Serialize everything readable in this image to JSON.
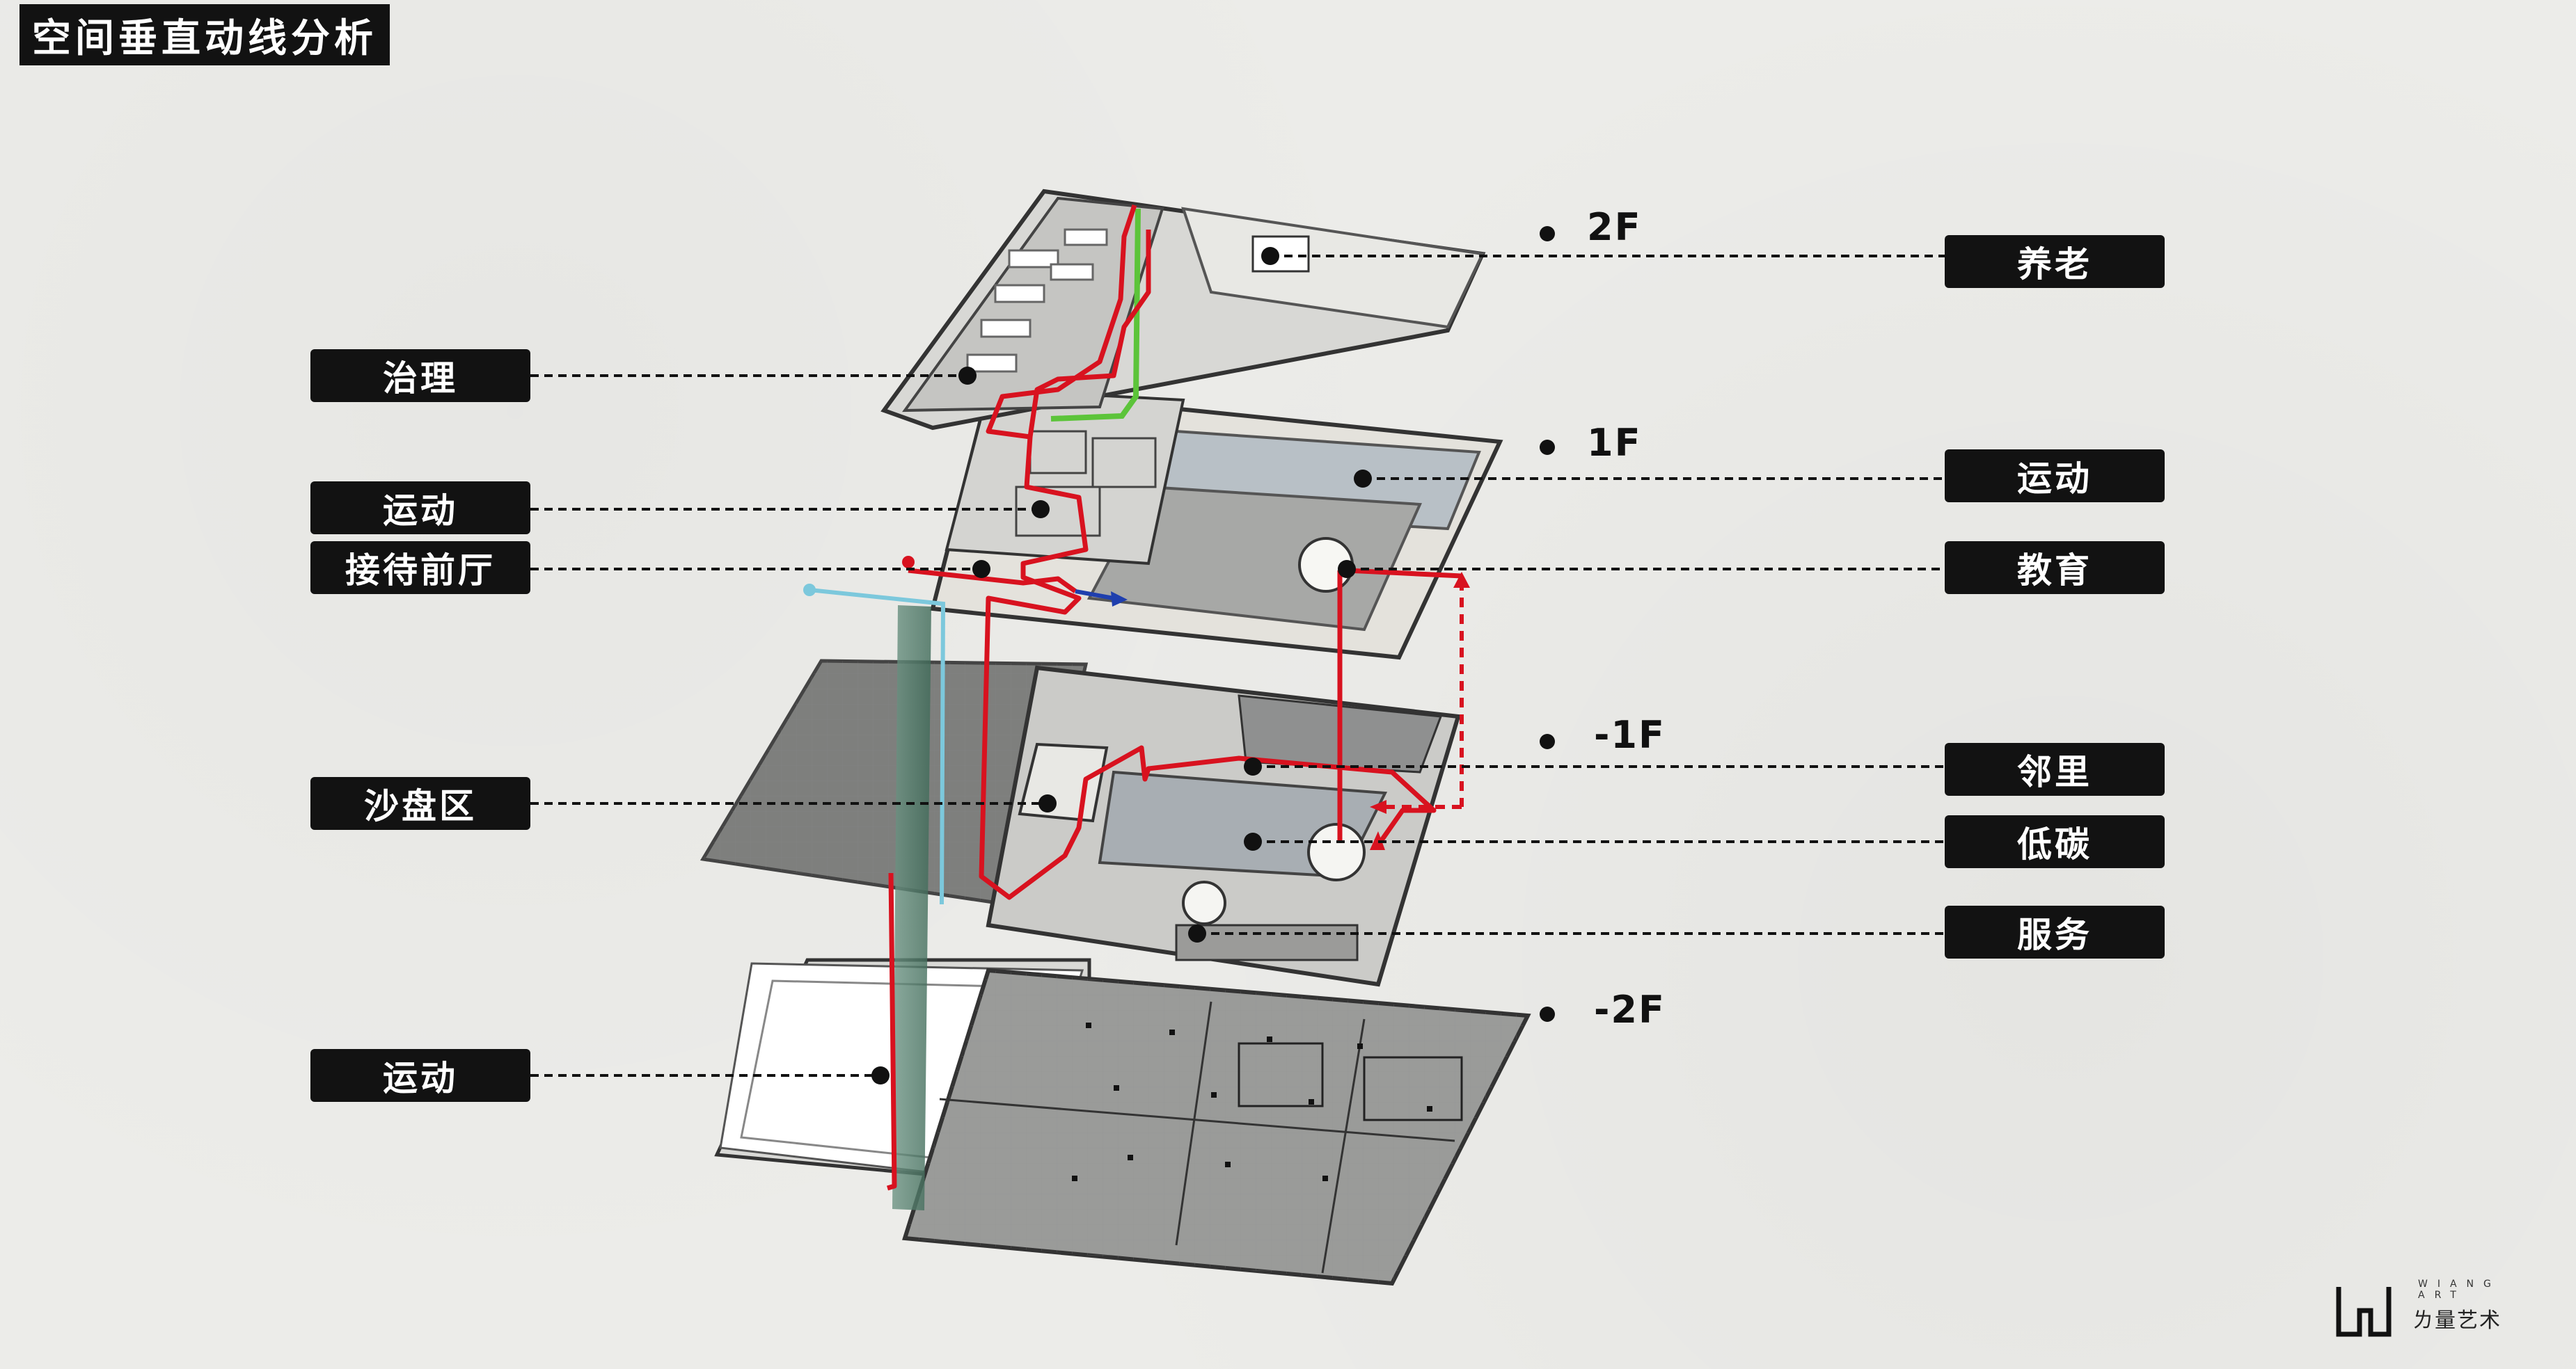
{
  "title": "空间垂直动线分析",
  "floors": {
    "f2": "2F",
    "f1": "1F",
    "b1": "-1F",
    "b2": "-2F"
  },
  "left_tags": {
    "governance": "治理",
    "sport_upper": "运动",
    "reception": "接待前厅",
    "sandtable": "沙盘区",
    "sport_lower": "运动"
  },
  "right_tags": {
    "elderly": "养老",
    "sport": "运动",
    "education": "教育",
    "neighborhood": "邻里",
    "low_carbon": "低碳",
    "service": "服务"
  },
  "colors": {
    "tag_bg": "#121212",
    "circulation_red": "#d8121f",
    "circulation_green": "#5cc43a",
    "circulation_cyan": "#7cc8dc",
    "circulation_blue": "#1f3fae",
    "elevator_green": "#4f7a68"
  },
  "logo": {
    "brand": "ㄌ量艺术",
    "sub": "WIANG ART"
  }
}
